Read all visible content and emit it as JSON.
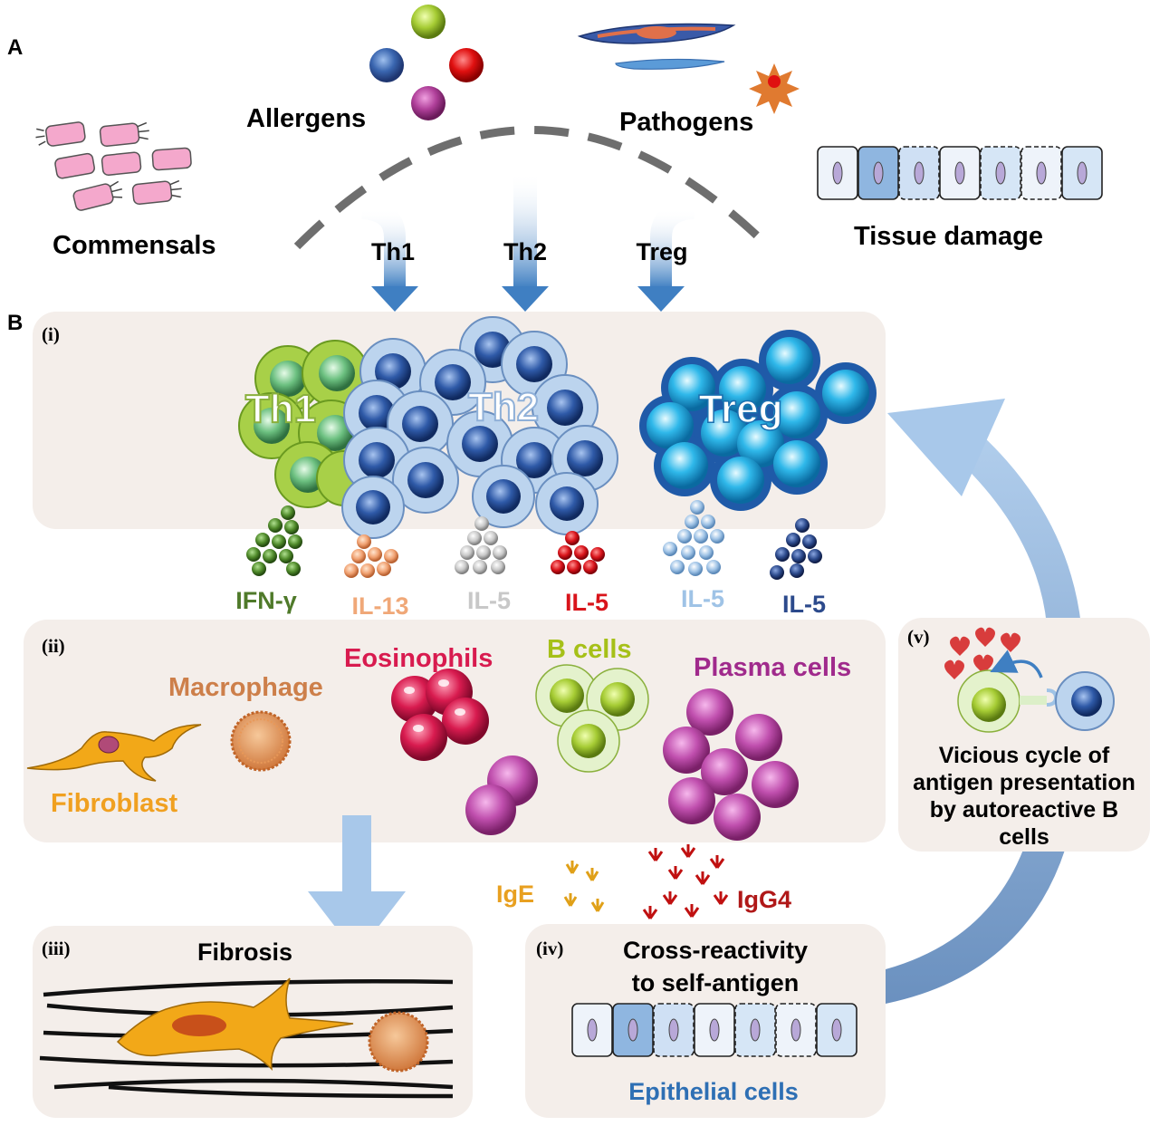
{
  "panel_a": {
    "letter": "A",
    "commensals": "Commensals",
    "allergens": "Allergens",
    "pathogens": "Pathogens",
    "tissue_damage": "Tissue damage",
    "arrows": [
      "Th1",
      "Th2",
      "Treg"
    ]
  },
  "panel_b": {
    "letter": "B",
    "section_i": {
      "label": "(i)",
      "clusters": [
        "Th1",
        "Th2",
        "Treg"
      ],
      "cytokines": [
        {
          "text": "IFN-γ",
          "color": "#4f7a2a"
        },
        {
          "text": "IL-13",
          "color": "#f0a878"
        },
        {
          "text": "IL-5",
          "color": "#c8c8c8"
        },
        {
          "text": "IL-5",
          "color": "#d9141b"
        },
        {
          "text": "IL-5",
          "color": "#9fc3e6"
        },
        {
          "text": "IL-5",
          "color": "#2c4a8c"
        }
      ]
    },
    "section_ii": {
      "label": "(ii)",
      "eosinophils": "Eosinophils",
      "b_cells": "B cells",
      "plasma_cells": "Plasma cells",
      "macrophage": "Macrophage",
      "fibroblast": "Fibroblast"
    },
    "antibodies": {
      "ige": "IgE",
      "igg4": "IgG4"
    },
    "section_iii": {
      "label": "(iii)",
      "title": "Fibrosis"
    },
    "section_iv": {
      "label": "(iv)",
      "title_line1": "Cross-reactivity",
      "title_line2": "to self-antigen",
      "caption": "Epithelial cells"
    },
    "section_v": {
      "label": "(v)",
      "line1": "Vicious cycle of",
      "line2": "antigen presentation",
      "line3": "by autoreactive B",
      "line4": "cells"
    }
  },
  "colors": {
    "panel_bg": "#f4eeea",
    "th1": "#8cc43c",
    "th2": "#3a66b0",
    "treg": "#1aa0dc",
    "arrow": "#3f7fc2",
    "eosinophil": "#d81b4f",
    "plasma": "#b0409a",
    "bcell": "#a6cc34",
    "fibroblast": "#f0a020"
  }
}
